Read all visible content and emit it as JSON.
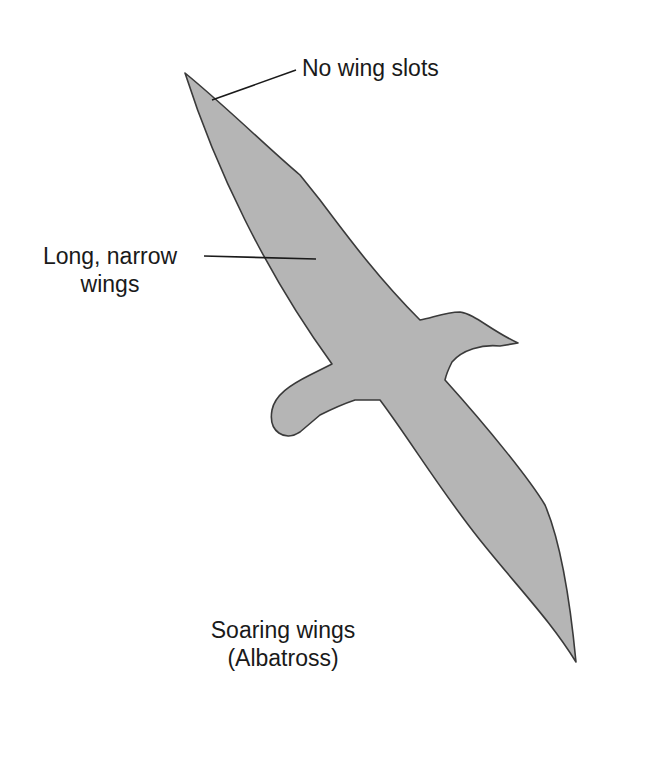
{
  "diagram": {
    "caption": "Soaring wings (Albatross)",
    "labels": [
      "No wing slots",
      "Long, narrow wings"
    ]
  }
}
